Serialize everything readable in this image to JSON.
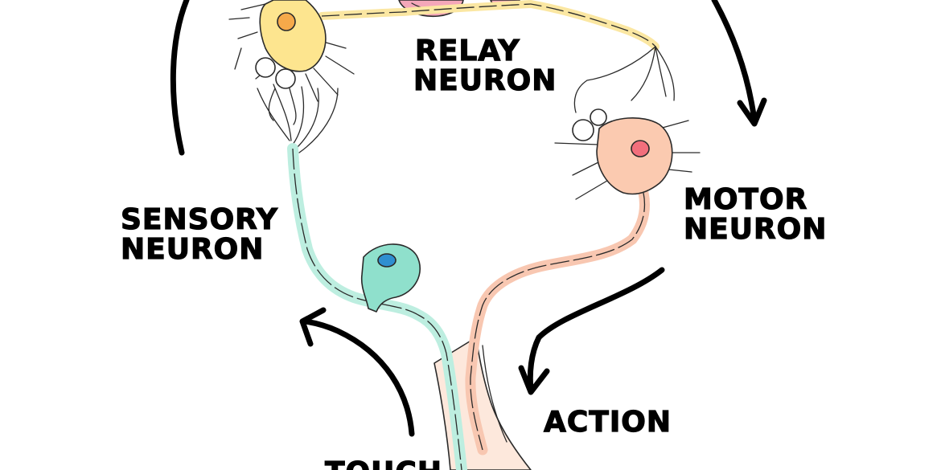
{
  "labels": {
    "relay_line1": "RELAY",
    "relay_line2": "NEURON",
    "sensory_line1": "SENSORY",
    "sensory_line2": "NEURON",
    "motor_line1": "MOTOR",
    "motor_line2": "NEURON",
    "action": "ACTION",
    "touch": "TOUCH"
  },
  "colors": {
    "relay_body": "#fde58f",
    "relay_nucleus": "#f6a94a",
    "relay_axon": "#fbe7a2",
    "sensory_body": "#8fe0cc",
    "sensory_nucleus": "#2f8fd0",
    "sensory_axon": "#bdeee0",
    "motor_body": "#fbcab0",
    "motor_nucleus": "#f26f7c",
    "motor_axon": "#f8c7b1",
    "spinal_tissue": "#fde8dc",
    "brain_tissue": "#f4a7b9",
    "arrow": "#000000"
  },
  "icons": [
    "relay-neuron-cell",
    "sensory-neuron-cell",
    "motor-neuron-cell",
    "cycle-arrow"
  ]
}
